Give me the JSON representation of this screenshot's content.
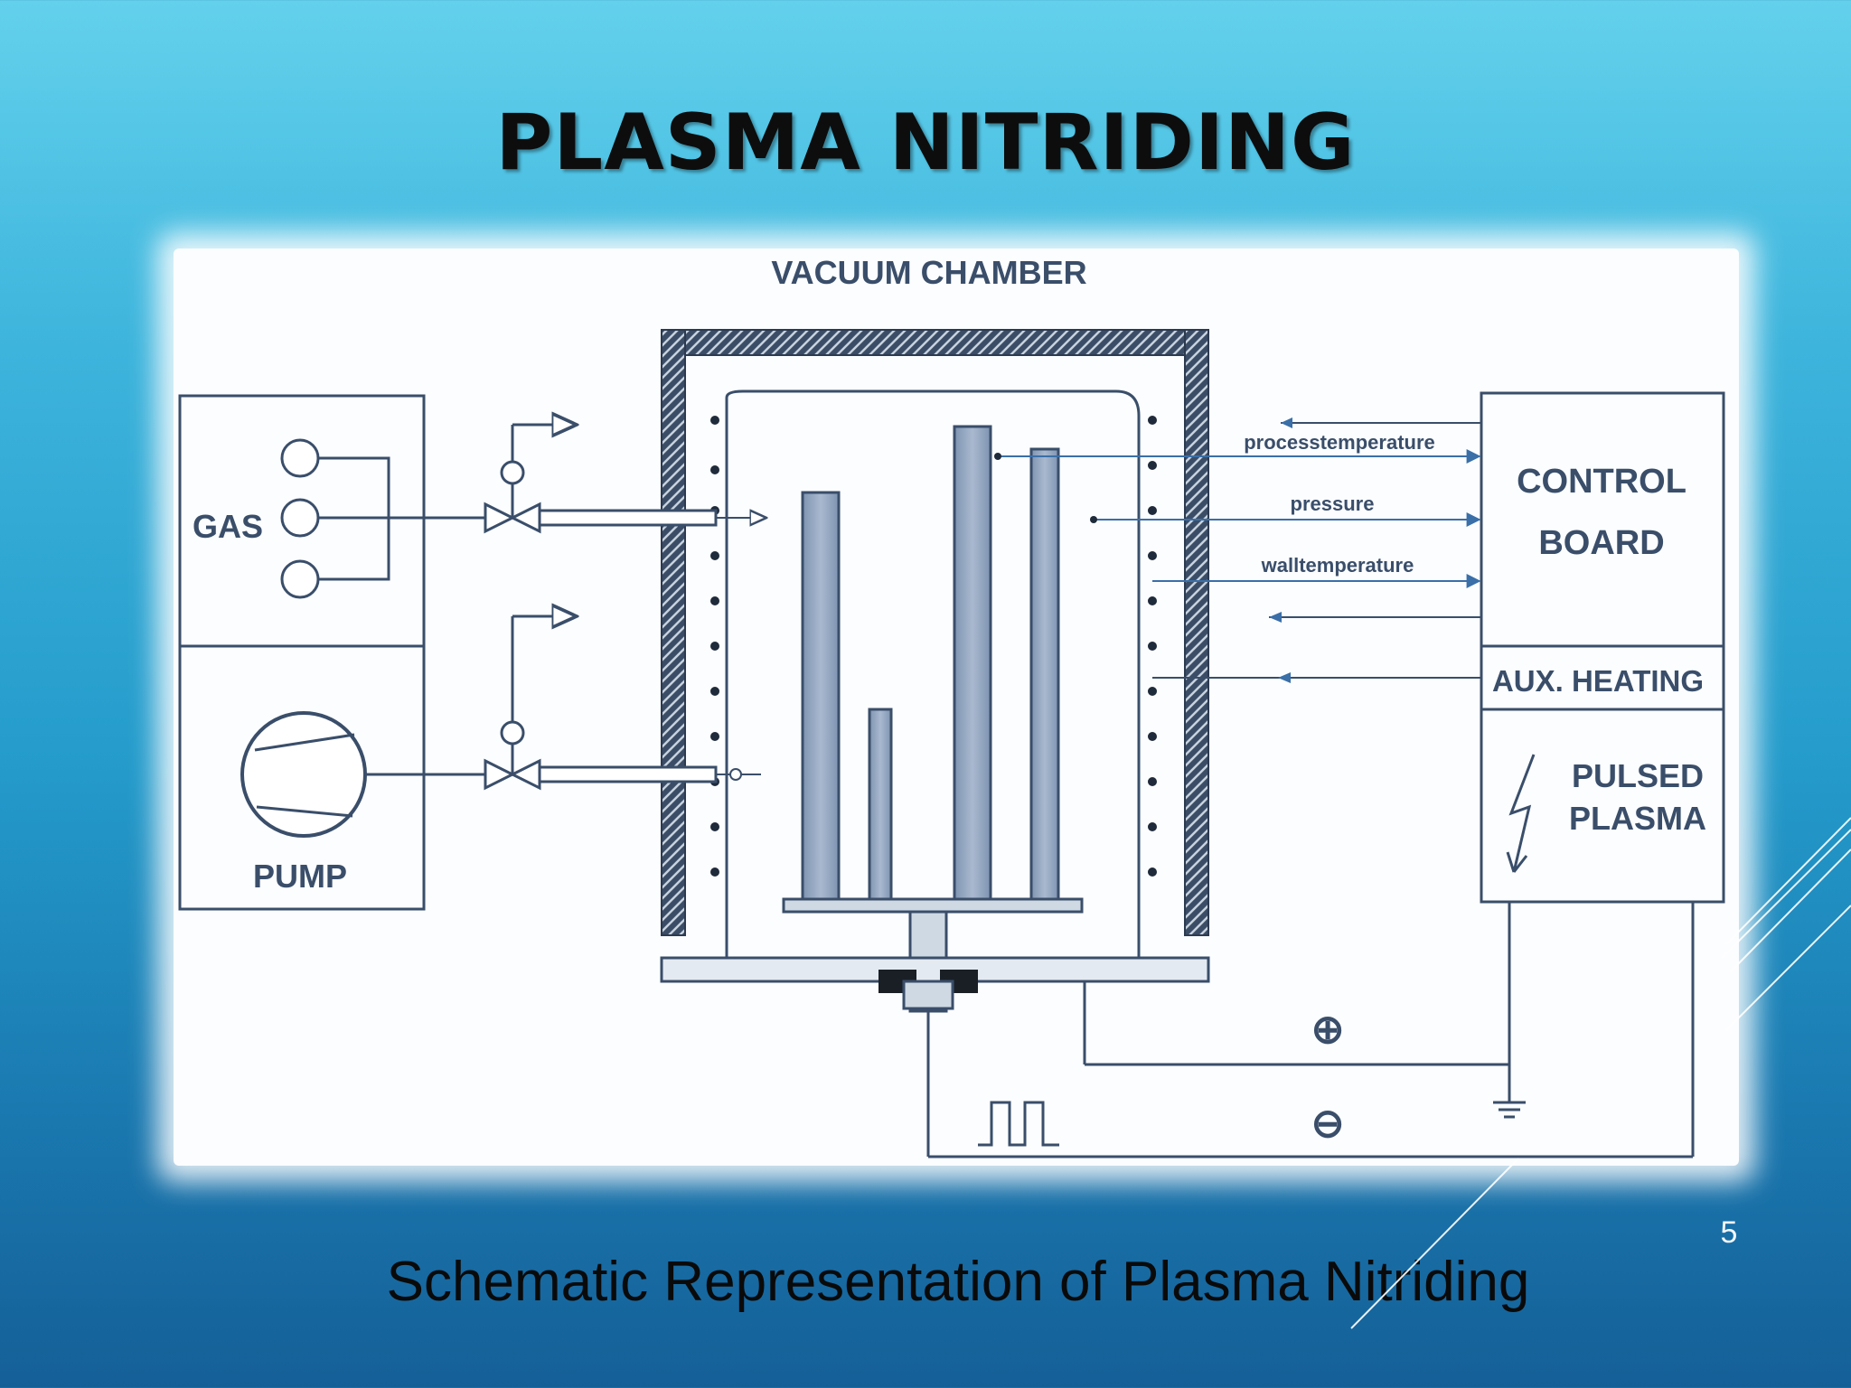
{
  "slide": {
    "title": "PLASMA NITRIDING",
    "caption": "Schematic Representation of Plasma Nitriding",
    "page_number": "5"
  },
  "diagram": {
    "labels": {
      "vacuum_chamber": "VACUUM CHAMBER",
      "gas": "GAS",
      "pump": "PUMP",
      "control_board_line1": "CONTROL",
      "control_board_line2": "BOARD",
      "aux_heating": "AUX. HEATING",
      "pulsed_plasma_line1": "PULSED",
      "pulsed_plasma_line2": "PLASMA",
      "process_temperature": "processtemperature",
      "pressure": "pressure",
      "wall_temperature": "walltemperature",
      "plus_sign": "⊕",
      "minus_sign": "⊖"
    }
  },
  "colors": {
    "line": "#3a4e6a",
    "pipe_fill": "#cfd9e4",
    "bar_fill": "#8ea2bd",
    "insulation": "#3b4d66"
  }
}
